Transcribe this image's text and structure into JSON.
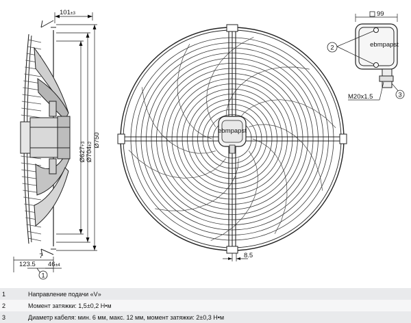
{
  "dimensions": {
    "depth_top": "101",
    "depth_top_tol": "±3",
    "dia_a": "Ø627",
    "dia_a_tol": "+3",
    "dia_b": "Ø704",
    "dia_b_tol": "±2",
    "dia_c": "Ø750",
    "dim_7": "7",
    "dim_123": "123.5",
    "dim_46": "46",
    "dim_46_tol": "±4",
    "box_width": "99",
    "cable_gland": "M20x1.5",
    "mount_hole": "8.5",
    "logo": "ebmpapst"
  },
  "callouts": [
    "1",
    "2",
    "3"
  ],
  "notes": [
    {
      "num": "1",
      "text": "Направление подачи «V»"
    },
    {
      "num": "2",
      "text": "Момент затяжки: 1,5±0,2 Н•м"
    },
    {
      "num": "3",
      "text": "Диаметр кабеля: мин. 6 мм, макс. 12 мм, момент затяжки: 2±0,3 Н•м"
    }
  ]
}
